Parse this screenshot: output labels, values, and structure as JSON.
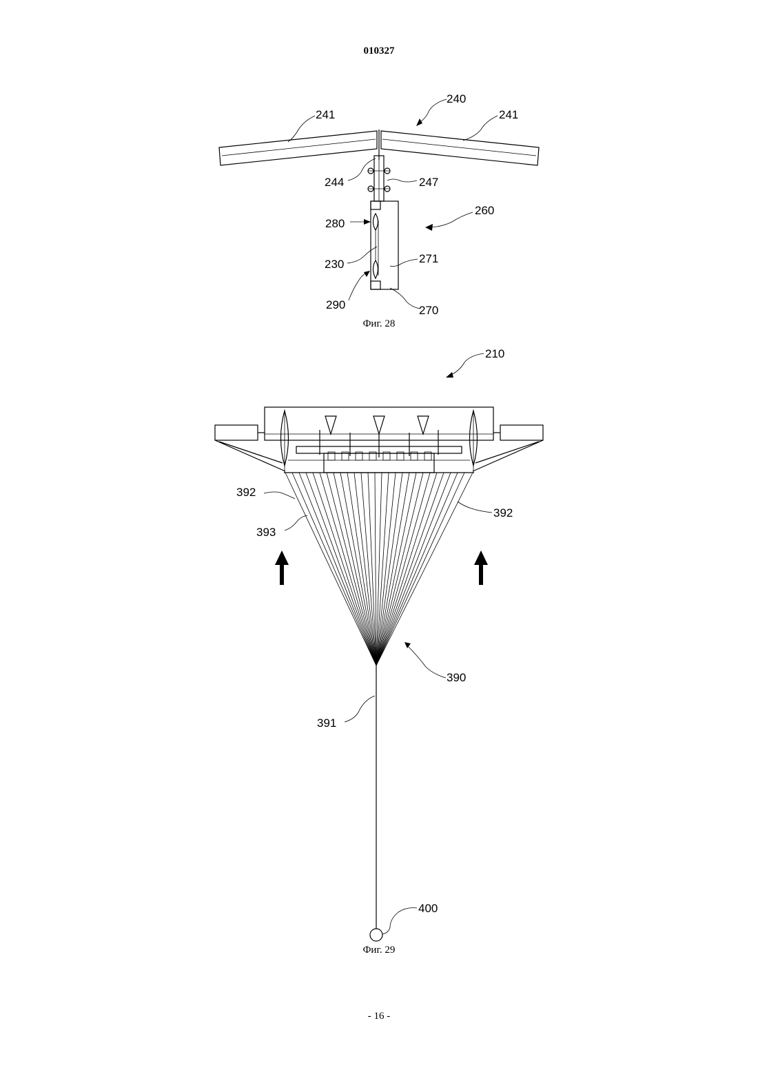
{
  "header": {
    "doc_number": "010327"
  },
  "figure28": {
    "caption": "Фиг. 28",
    "labels": {
      "l240": "240",
      "l241a": "241",
      "l241b": "241",
      "l244": "244",
      "l247": "247",
      "l260": "260",
      "l280": "280",
      "l230": "230",
      "l271": "271",
      "l290": "290",
      "l270": "270"
    }
  },
  "figure29": {
    "caption": "Фиг. 29",
    "labels": {
      "l210": "210",
      "l392a": "392",
      "l392b": "392",
      "l393": "393",
      "l390": "390",
      "l391": "391",
      "l400": "400"
    }
  },
  "footer": {
    "page_number": "- 16 -"
  }
}
